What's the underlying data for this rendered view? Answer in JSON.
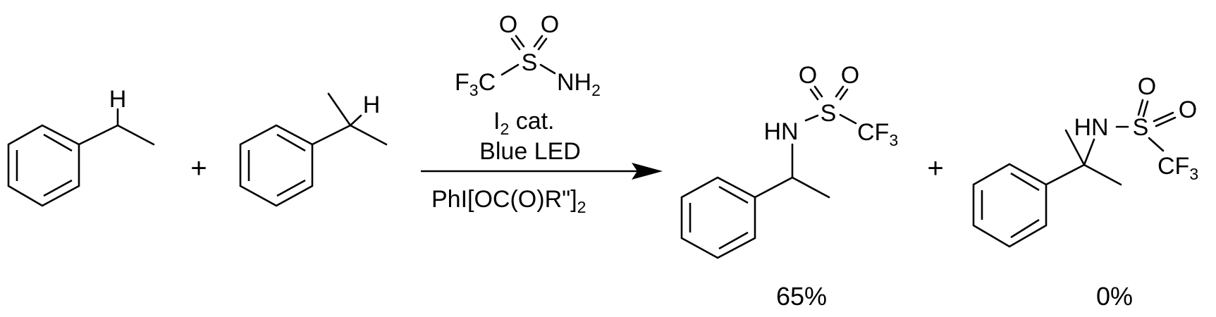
{
  "scheme": {
    "reactant_1": {
      "h_label": "H"
    },
    "plus_1": "+",
    "reactant_2": {
      "h_label": "H"
    },
    "reagent": {
      "o1": "O",
      "o2": "O",
      "s": "S",
      "f3c_left": "F",
      "f3c_sub": "3",
      "f3c_right": "C",
      "nh2_main": "NH",
      "nh2_sub": "2"
    },
    "conditions": {
      "catalyst_main": "I",
      "catalyst_sub": "2",
      "catalyst_rest": " cat.",
      "light": "Blue LED",
      "oxidant_main": "PhI[OC(O)R\"]",
      "oxidant_sub": "2"
    },
    "product_1": {
      "o1": "O",
      "o2": "O",
      "s": "S",
      "nh": "HN",
      "cf3_main": "CF",
      "cf3_sub": "3",
      "yield": "65%"
    },
    "plus_2": "+",
    "product_2": {
      "o1": "O",
      "o2": "O",
      "s": "S",
      "nh": "HN",
      "cf3_main": "CF",
      "cf3_sub": "3",
      "yield": "0%"
    }
  }
}
